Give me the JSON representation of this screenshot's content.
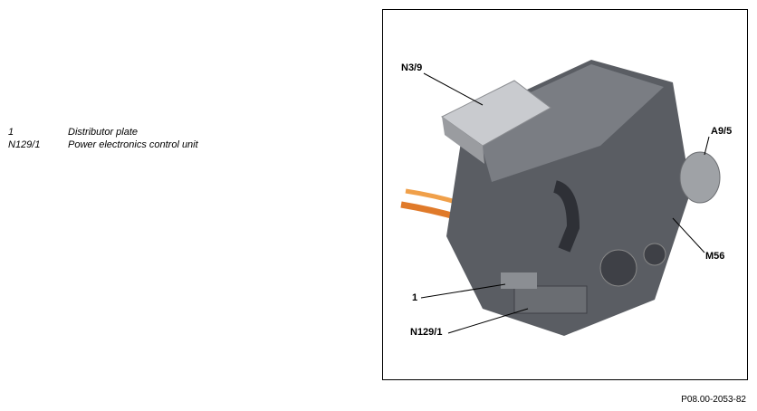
{
  "legend": [
    {
      "key": "1",
      "text": "Distributor plate"
    },
    {
      "key": "N129/1",
      "text": "Power electronics control unit"
    }
  ],
  "callouts": {
    "n3_9": "N3/9",
    "a9_5": "A9/5",
    "m56": "M56",
    "one": "1",
    "n129_1": "N129/1"
  },
  "figure_id": "P08.00-2053-82"
}
